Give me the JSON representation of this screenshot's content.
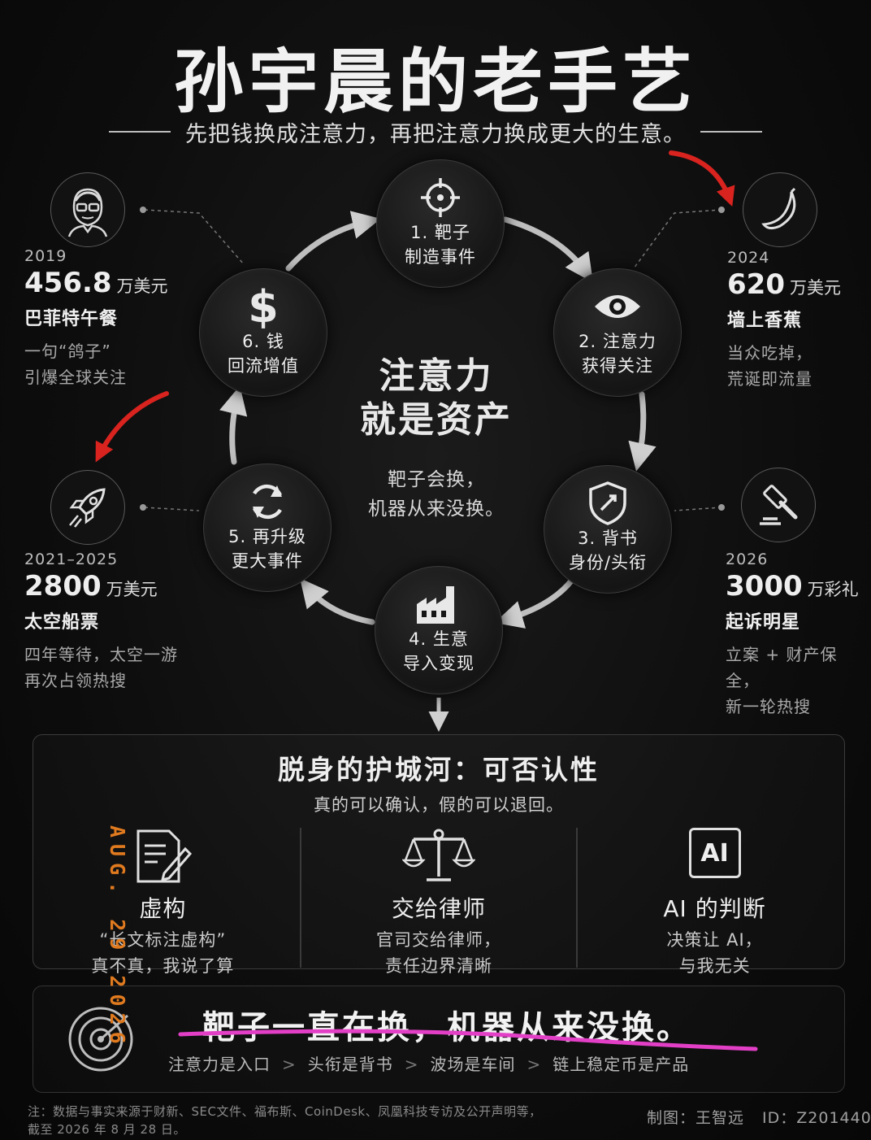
{
  "header": {
    "title": "孙宇晨的老手艺",
    "subtitle": "先把钱换成注意力，再把注意力换成更大的生意。"
  },
  "cycle": {
    "center_title_1": "注意力",
    "center_title_2": "就是资产",
    "center_sub_1": "靶子会换，",
    "center_sub_2": "机器从来没换。",
    "steps": [
      {
        "line1": "1. 靶子",
        "line2": "制造事件",
        "icon": "crosshair-icon"
      },
      {
        "line1": "2. 注意力",
        "line2": "获得关注",
        "icon": "eye-icon"
      },
      {
        "line1": "3. 背书",
        "line2": "身份/头衔",
        "icon": "shield-icon"
      },
      {
        "line1": "4. 生意",
        "line2": "导入变现",
        "icon": "factory-icon"
      },
      {
        "line1": "5. 再升级",
        "line2": "更大事件",
        "icon": "refresh-icon"
      },
      {
        "line1": "6. 钱",
        "line2": "回流增值",
        "icon": "dollar-icon"
      }
    ]
  },
  "cases": [
    {
      "year": "2019",
      "amount": "456.8",
      "unit": "万美元",
      "event": "巴菲特午餐",
      "desc1": "一句“鸽子”",
      "desc2": "引爆全球关注",
      "icon": "buffett-portrait-icon"
    },
    {
      "year": "2024",
      "amount": "620",
      "unit": "万美元",
      "event": "墙上香蕉",
      "desc1": "当众吃掉，",
      "desc2": "荒诞即流量",
      "icon": "banana-icon"
    },
    {
      "year": "2021–2025",
      "amount": "2800",
      "unit": "万美元",
      "event": "太空船票",
      "desc1": "四年等待，太空一游",
      "desc2": "再次占领热搜",
      "icon": "rocket-icon"
    },
    {
      "year": "2026",
      "amount": "3000",
      "unit": "万彩礼",
      "event": "起诉明星",
      "desc1": "立案 + 财产保全，",
      "desc2": "新一轮热搜",
      "icon": "gavel-icon"
    }
  ],
  "moat": {
    "title": "脱身的护城河：可否认性",
    "subtitle": "真的可以确认，假的可以退回。",
    "columns": [
      {
        "title": "虚构",
        "desc1": "“长文标注虚构”",
        "desc2": "真不真，我说了算",
        "icon": "document-edit-icon"
      },
      {
        "title": "交给律师",
        "desc1": "官司交给律师，",
        "desc2": "责任边界清晰",
        "icon": "scales-icon"
      },
      {
        "title": "AI 的判断",
        "desc1": "决策让 AI，",
        "desc2": "与我无关",
        "icon": "ai-icon",
        "icon_text": "AI"
      }
    ]
  },
  "bottom": {
    "slogan": "靶子一直在换，机器从来没换。",
    "chain": [
      "注意力是入口",
      "头衔是背书",
      "波场是车间",
      "链上稳定币是产品"
    ],
    "separator": ">"
  },
  "footer": {
    "note_1": "注：数据与事实来源于财新、SEC文件、福布斯、CoinDesk、凤凰科技专访及公开声明等，",
    "note_2": "截至 2026 年 8 月 28 日。",
    "credit": "制图：王智远",
    "id": "ID：Z201440"
  },
  "stamp": {
    "date": "AUG. 29 2026"
  },
  "colors": {
    "background": "#0c0c0c",
    "annotation_red": "#d8231f",
    "highlight_magenta": "#e23fc6",
    "stamp_orange": "#e07a1f"
  }
}
